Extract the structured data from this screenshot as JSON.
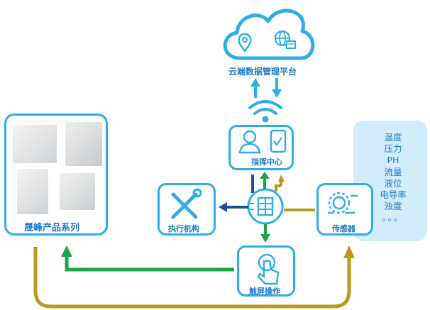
{
  "cloud": {
    "label": "云端数据管理平台"
  },
  "command_center": {
    "label": "指挥中心"
  },
  "actuator": {
    "label": "执行机构"
  },
  "sensor": {
    "label": "传感器",
    "readings": [
      "温度",
      "压力",
      "PH",
      "流量",
      "液位",
      "电导率",
      "浊度",
      "。。。"
    ]
  },
  "touchscreen": {
    "label": "触屏操作"
  },
  "products": {
    "label": "晟峰产品系列"
  },
  "colors": {
    "accent": "#2eaee8",
    "text": "#1f78c8",
    "green": "#1fa34a",
    "gold": "#b89a1e",
    "navy": "#1f4f9a",
    "panel": "#d3ecfa"
  }
}
